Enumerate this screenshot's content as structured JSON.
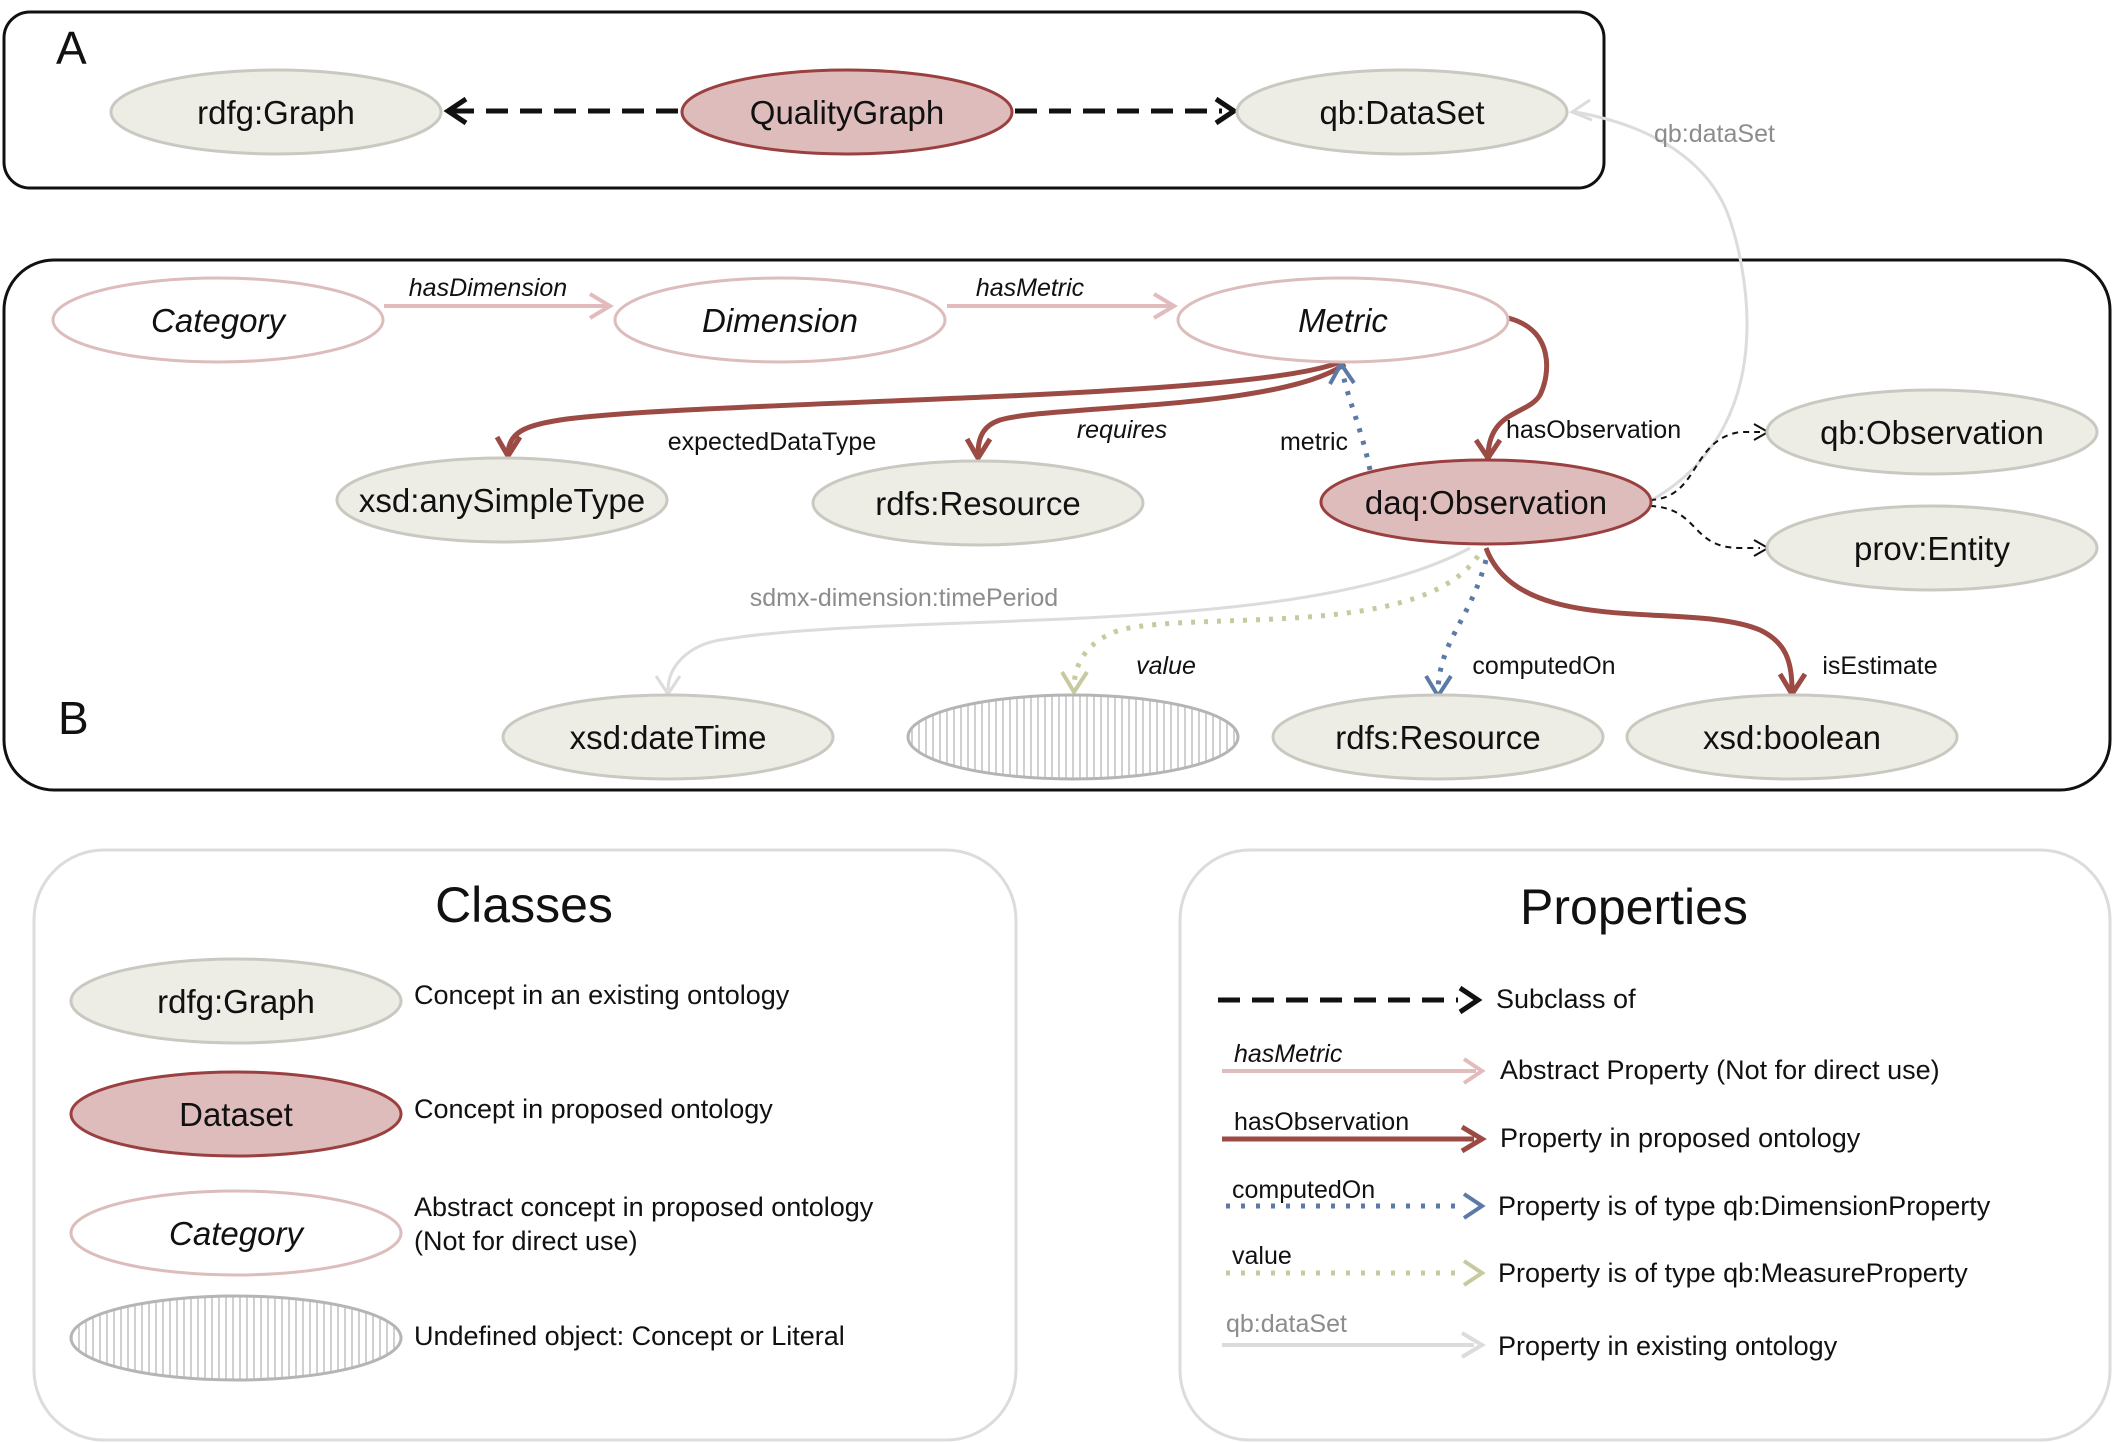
{
  "panels": {
    "a_letter": "A",
    "b_letter": "B"
  },
  "nodes": {
    "rdfg_graph": "rdfg:Graph",
    "quality_graph": "QualityGraph",
    "qb_dataset": "qb:DataSet",
    "category": "Category",
    "dimension": "Dimension",
    "metric": "Metric",
    "xsd_anysimpletype": "xsd:anySimpleType",
    "rdfs_resource_1": "rdfs:Resource",
    "daq_observation": "daq:Observation",
    "qb_observation": "qb:Observation",
    "prov_entity": "prov:Entity",
    "xsd_datetime": "xsd:dateTime",
    "rdfs_resource_2": "rdfs:Resource",
    "xsd_boolean": "xsd:boolean"
  },
  "edges": {
    "qb_dataset": "qb:dataSet",
    "has_dimension": "hasDimension",
    "has_metric": "hasMetric",
    "has_observation": "hasObservation",
    "expected_data_type": "expectedDataType",
    "requires": "requires",
    "metric": "metric",
    "time_period": "sdmx-dimension:timePeriod",
    "value": "value",
    "computed_on": "computedOn",
    "is_estimate": "isEstimate"
  },
  "legend": {
    "classes": {
      "title": "Classes",
      "items": [
        {
          "sample": "rdfg:Graph",
          "desc": "Concept in an existing ontology"
        },
        {
          "sample": "Dataset",
          "desc": "Concept in proposed ontology"
        },
        {
          "sample": "Category",
          "desc_line1": "Abstract concept in proposed ontology",
          "desc_line2": "(Not for direct use)"
        },
        {
          "sample": "",
          "desc": "Undefined object: Concept or Literal"
        }
      ]
    },
    "properties": {
      "title": "Properties",
      "items": [
        {
          "label": "",
          "desc": "Subclass of"
        },
        {
          "label": "hasMetric",
          "desc": "Abstract Property (Not for direct use)"
        },
        {
          "label": "hasObservation",
          "desc": "Property in proposed ontology"
        },
        {
          "label": "computedOn",
          "desc": "Property is of type qb:DimensionProperty"
        },
        {
          "label": "value",
          "desc": "Property is of type qb:MeasureProperty"
        },
        {
          "label": "qb:dataSet",
          "desc": "Property in existing ontology"
        }
      ]
    }
  },
  "colors": {
    "existing_fill": "#ededE5",
    "existing_stroke": "#c9c9c2",
    "proposed_fill": "#dfbcbc",
    "proposed_stroke": "#9b4040",
    "abstract_stroke": "#ddbcbc",
    "abstract_edge": "#e2bcbc",
    "proposed_edge": "#9b4a44",
    "dimension_edge": "#5b7aa5",
    "measure_edge": "#c9c9a0",
    "existing_edge": "#dcdcdc"
  }
}
